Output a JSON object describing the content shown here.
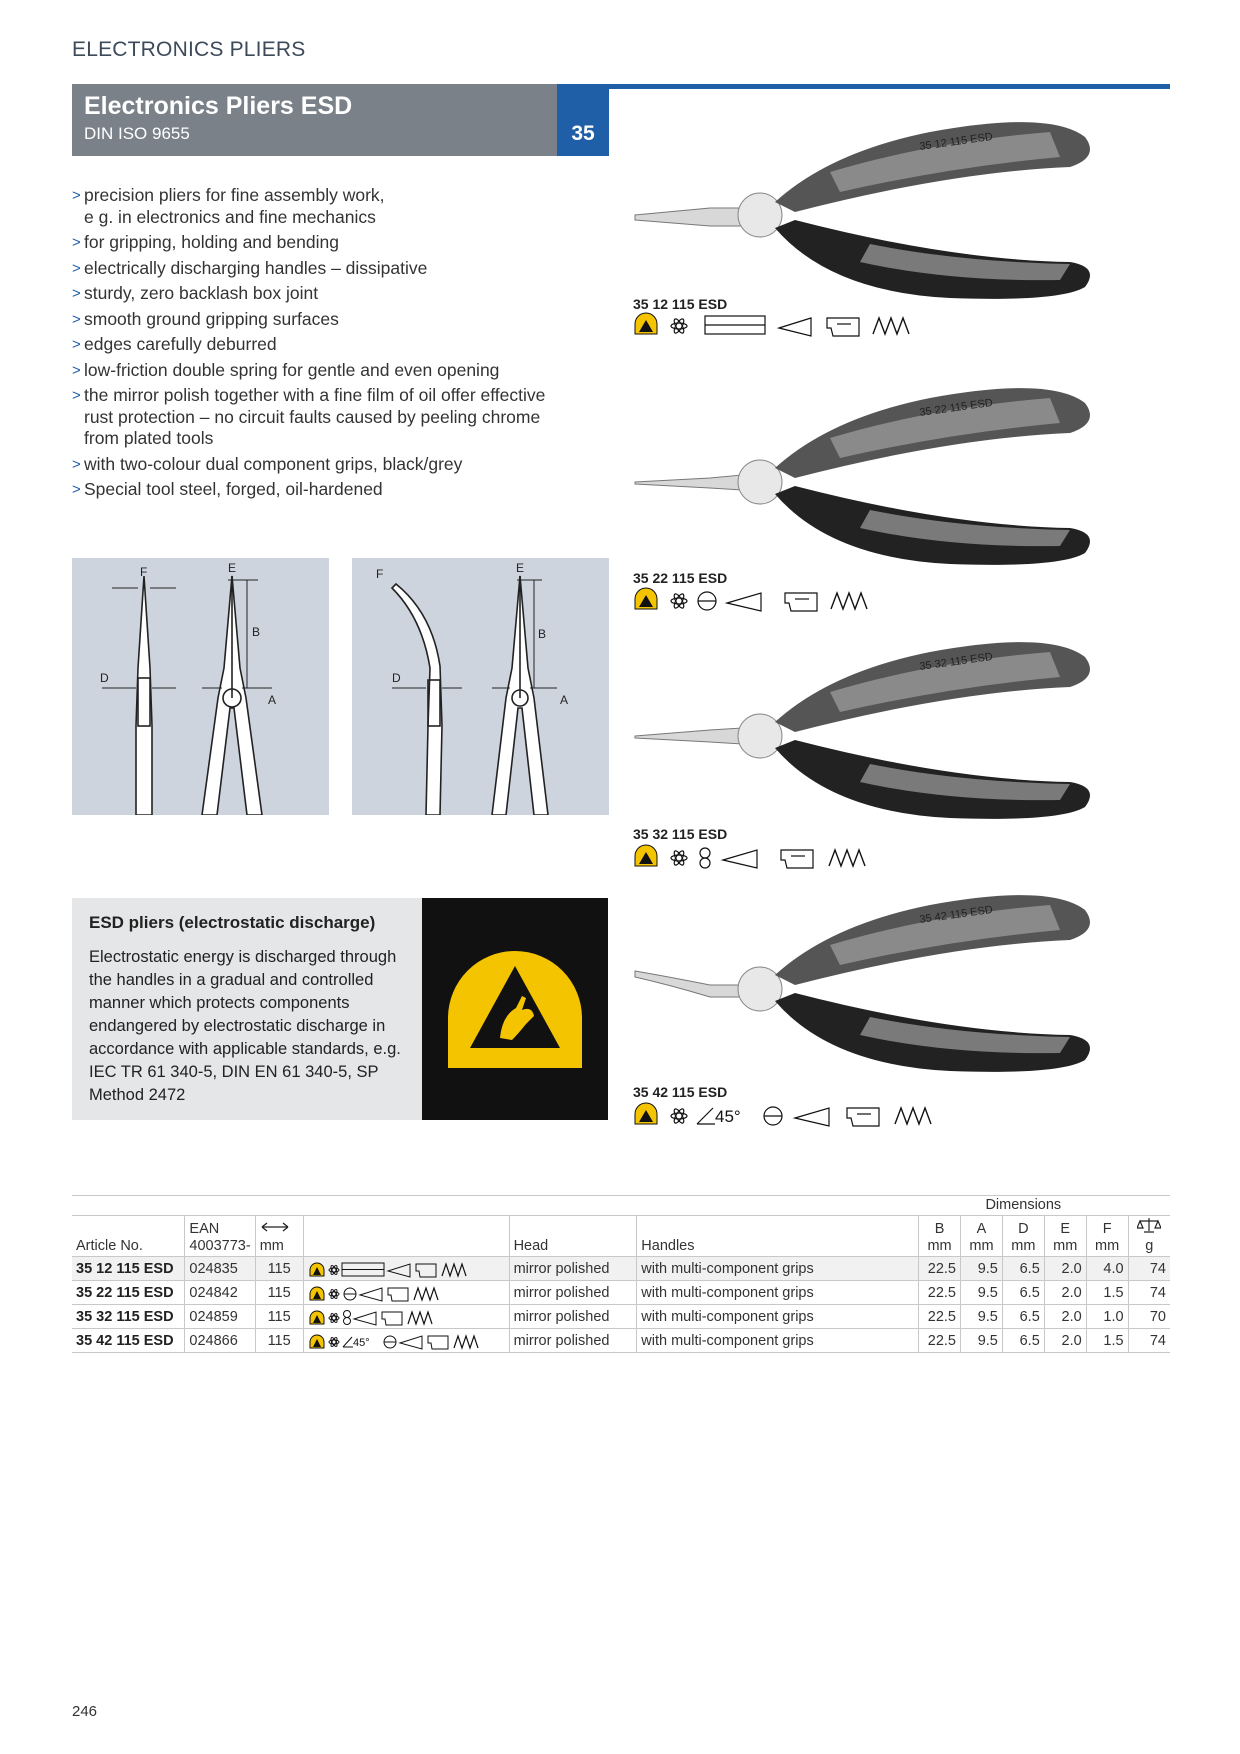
{
  "section_title": "ELECTRONICS PLIERS",
  "header": {
    "title": "Electronics Pliers ESD",
    "subtitle": "DIN ISO 9655",
    "number": "35"
  },
  "features": [
    "precision pliers for fine assembly work,\ne g. in electronics and fine mechanics",
    "for gripping, holding and bending",
    "electrically discharging handles – dissipative",
    "sturdy, zero backlash box joint",
    "smooth ground gripping surfaces",
    "edges carefully deburred",
    "low-friction double spring for gentle and even opening",
    "the mirror polish together with a fine film of oil offer effective\nrust protection – no circuit faults caused by peeling chrome\nfrom plated tools",
    "with two-colour dual component grips, black/grey",
    "Special tool steel, forged, oil-hardened"
  ],
  "diagram_labels": {
    "left": {
      "f": "F",
      "e": "E",
      "b": "B",
      "d": "D",
      "a": "A"
    },
    "right": {
      "f": "F",
      "e": "E",
      "b": "B",
      "d": "D",
      "a": "A"
    }
  },
  "esd_box": {
    "title": "ESD pliers (electrostatic discharge)",
    "text": "Electrostatic energy is discharged through the handles in a gradual and controlled manner which protects components endangered by electrostatic discharge in accordance with applicable standards, e.g. IEC TR 61 340-5, DIN EN 61 340-5, SP Method 2472"
  },
  "products": [
    {
      "label": "35 12 115 ESD",
      "handle_text": "35 12 115 ESD"
    },
    {
      "label": "35 22 115 ESD",
      "handle_text": "35 22 115 ESD"
    },
    {
      "label": "35 32 115 ESD",
      "handle_text": "35 32 115 ESD"
    },
    {
      "label": "35 42 115 ESD",
      "handle_text": "35 42 115 ESD",
      "angle": "45°"
    }
  ],
  "table": {
    "dimensions_label": "Dimensions",
    "headers": {
      "article": "Article No.",
      "ean_top": "EAN",
      "ean": "4003773-",
      "length_unit": "mm",
      "head": "Head",
      "handles": "Handles",
      "b": "B",
      "a": "A",
      "d": "D",
      "e": "E",
      "f": "F",
      "unit": "mm",
      "weight_unit": "g"
    },
    "rows": [
      {
        "article": "35 12 115 ESD",
        "ean": "024835",
        "length": "115",
        "head": "mirror polished",
        "handles": "with multi-component grips",
        "b": "22.5",
        "a": "9.5",
        "d": "6.5",
        "e": "2.0",
        "f": "4.0",
        "g": "74"
      },
      {
        "article": "35 22 115 ESD",
        "ean": "024842",
        "length": "115",
        "head": "mirror polished",
        "handles": "with multi-component grips",
        "b": "22.5",
        "a": "9.5",
        "d": "6.5",
        "e": "2.0",
        "f": "1.5",
        "g": "74"
      },
      {
        "article": "35 32 115 ESD",
        "ean": "024859",
        "length": "115",
        "head": "mirror polished",
        "handles": "with multi-component grips",
        "b": "22.5",
        "a": "9.5",
        "d": "6.5",
        "e": "2.0",
        "f": "1.0",
        "g": "70"
      },
      {
        "article": "35 42 115 ESD",
        "ean": "024866",
        "length": "115",
        "head": "mirror polished",
        "handles": "with multi-component grips",
        "b": "22.5",
        "a": "9.5",
        "d": "6.5",
        "e": "2.0",
        "f": "1.5",
        "g": "74",
        "angle": "45°"
      }
    ]
  },
  "page_number": "246",
  "colors": {
    "accent_blue": "#1f5fa8",
    "header_grey": "#7a8189",
    "esd_yellow": "#f5c400"
  }
}
